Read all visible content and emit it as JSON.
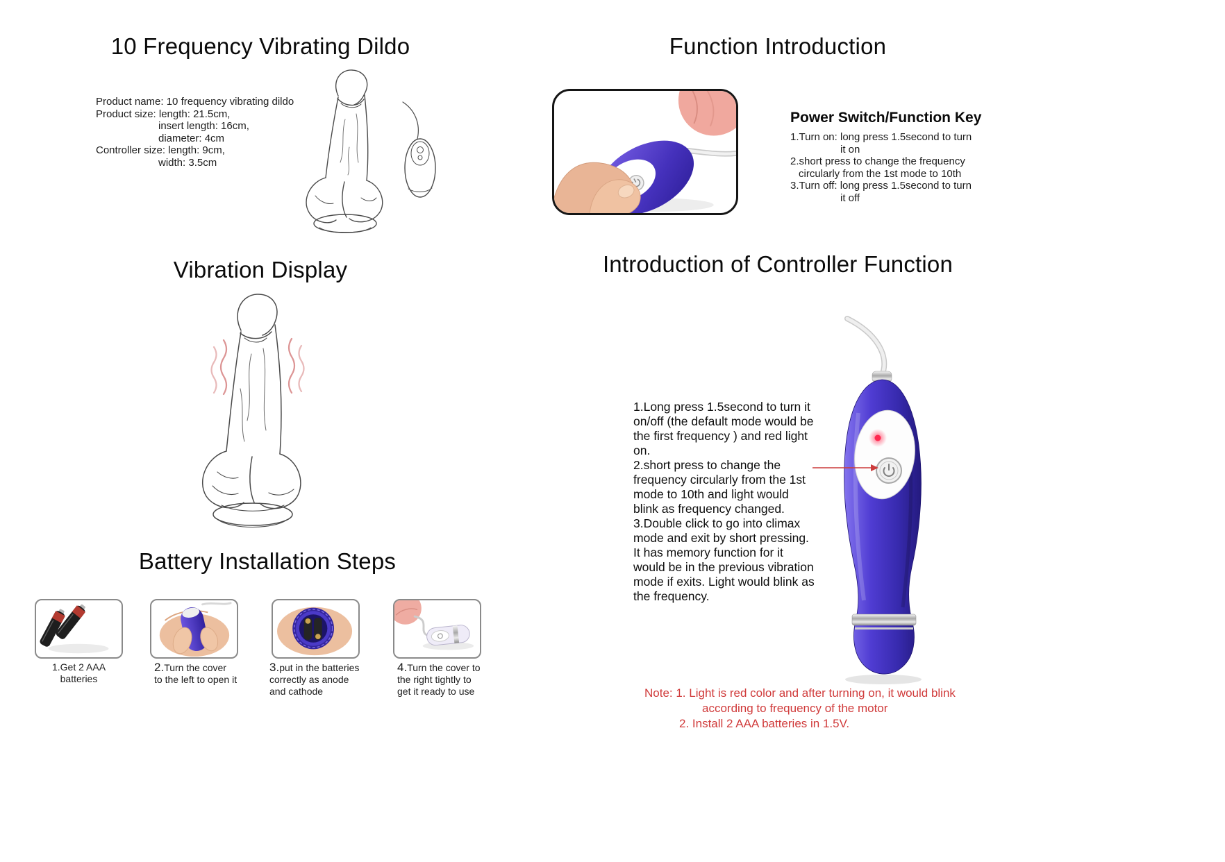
{
  "colors": {
    "controller_purple": "#4634c4",
    "note_red": "#d03a3a",
    "vibration_pink": "#dc9494",
    "skin_tone": "#e9b596"
  },
  "product": {
    "title": "10 Frequency Vibrating Dildo",
    "lines": [
      "Product name: 10 frequency vibrating dildo",
      "Product size: length: 21.5cm,",
      "insert length: 16cm,",
      "diameter: 4cm",
      "Controller size: length: 9cm,",
      "width: 3.5cm"
    ]
  },
  "function_intro": {
    "title": "Function Introduction",
    "heading": "Power Switch/Function Key",
    "items": [
      {
        "main": "1.Turn on: long press 1.5second to turn",
        "cont": "it on"
      },
      {
        "main": "2.short press to change the frequency",
        "cont": "circularly from the 1st mode to 10th"
      },
      {
        "main": "3.Turn off: long press 1.5second to turn",
        "cont": "it off"
      }
    ]
  },
  "vibration": {
    "title": "Vibration Display"
  },
  "battery": {
    "title": "Battery Installation Steps",
    "steps": [
      {
        "num": "1.",
        "caption": "Get 2 AAA\nbatteries"
      },
      {
        "num": "2.",
        "caption": "Turn the cover\nto the left to open it"
      },
      {
        "num": "3.",
        "caption": "put in the batteries\ncorrectly as anode\nand cathode"
      },
      {
        "num": "4.",
        "caption": "Turn the cover to\nthe right tightly to\nget it ready to use"
      }
    ]
  },
  "controller": {
    "title": "Introduction of Controller Function",
    "paras": [
      "1.Long press 1.5second to turn it on/off (the default mode would be the first frequency ) and red light on.",
      "2.short press to change the frequency circularly from the 1st mode to 10th and light would blink as frequency changed.",
      "3.Double click to go into climax mode and exit by short pressing. It has memory function for it would be in the previous vibration mode if exits. Light would blink as the frequency."
    ],
    "note": [
      "Note: 1. Light is red color and after turning on, it would blink",
      "according to frequency of the motor",
      "2. Install 2 AAA batteries in 1.5V."
    ]
  }
}
